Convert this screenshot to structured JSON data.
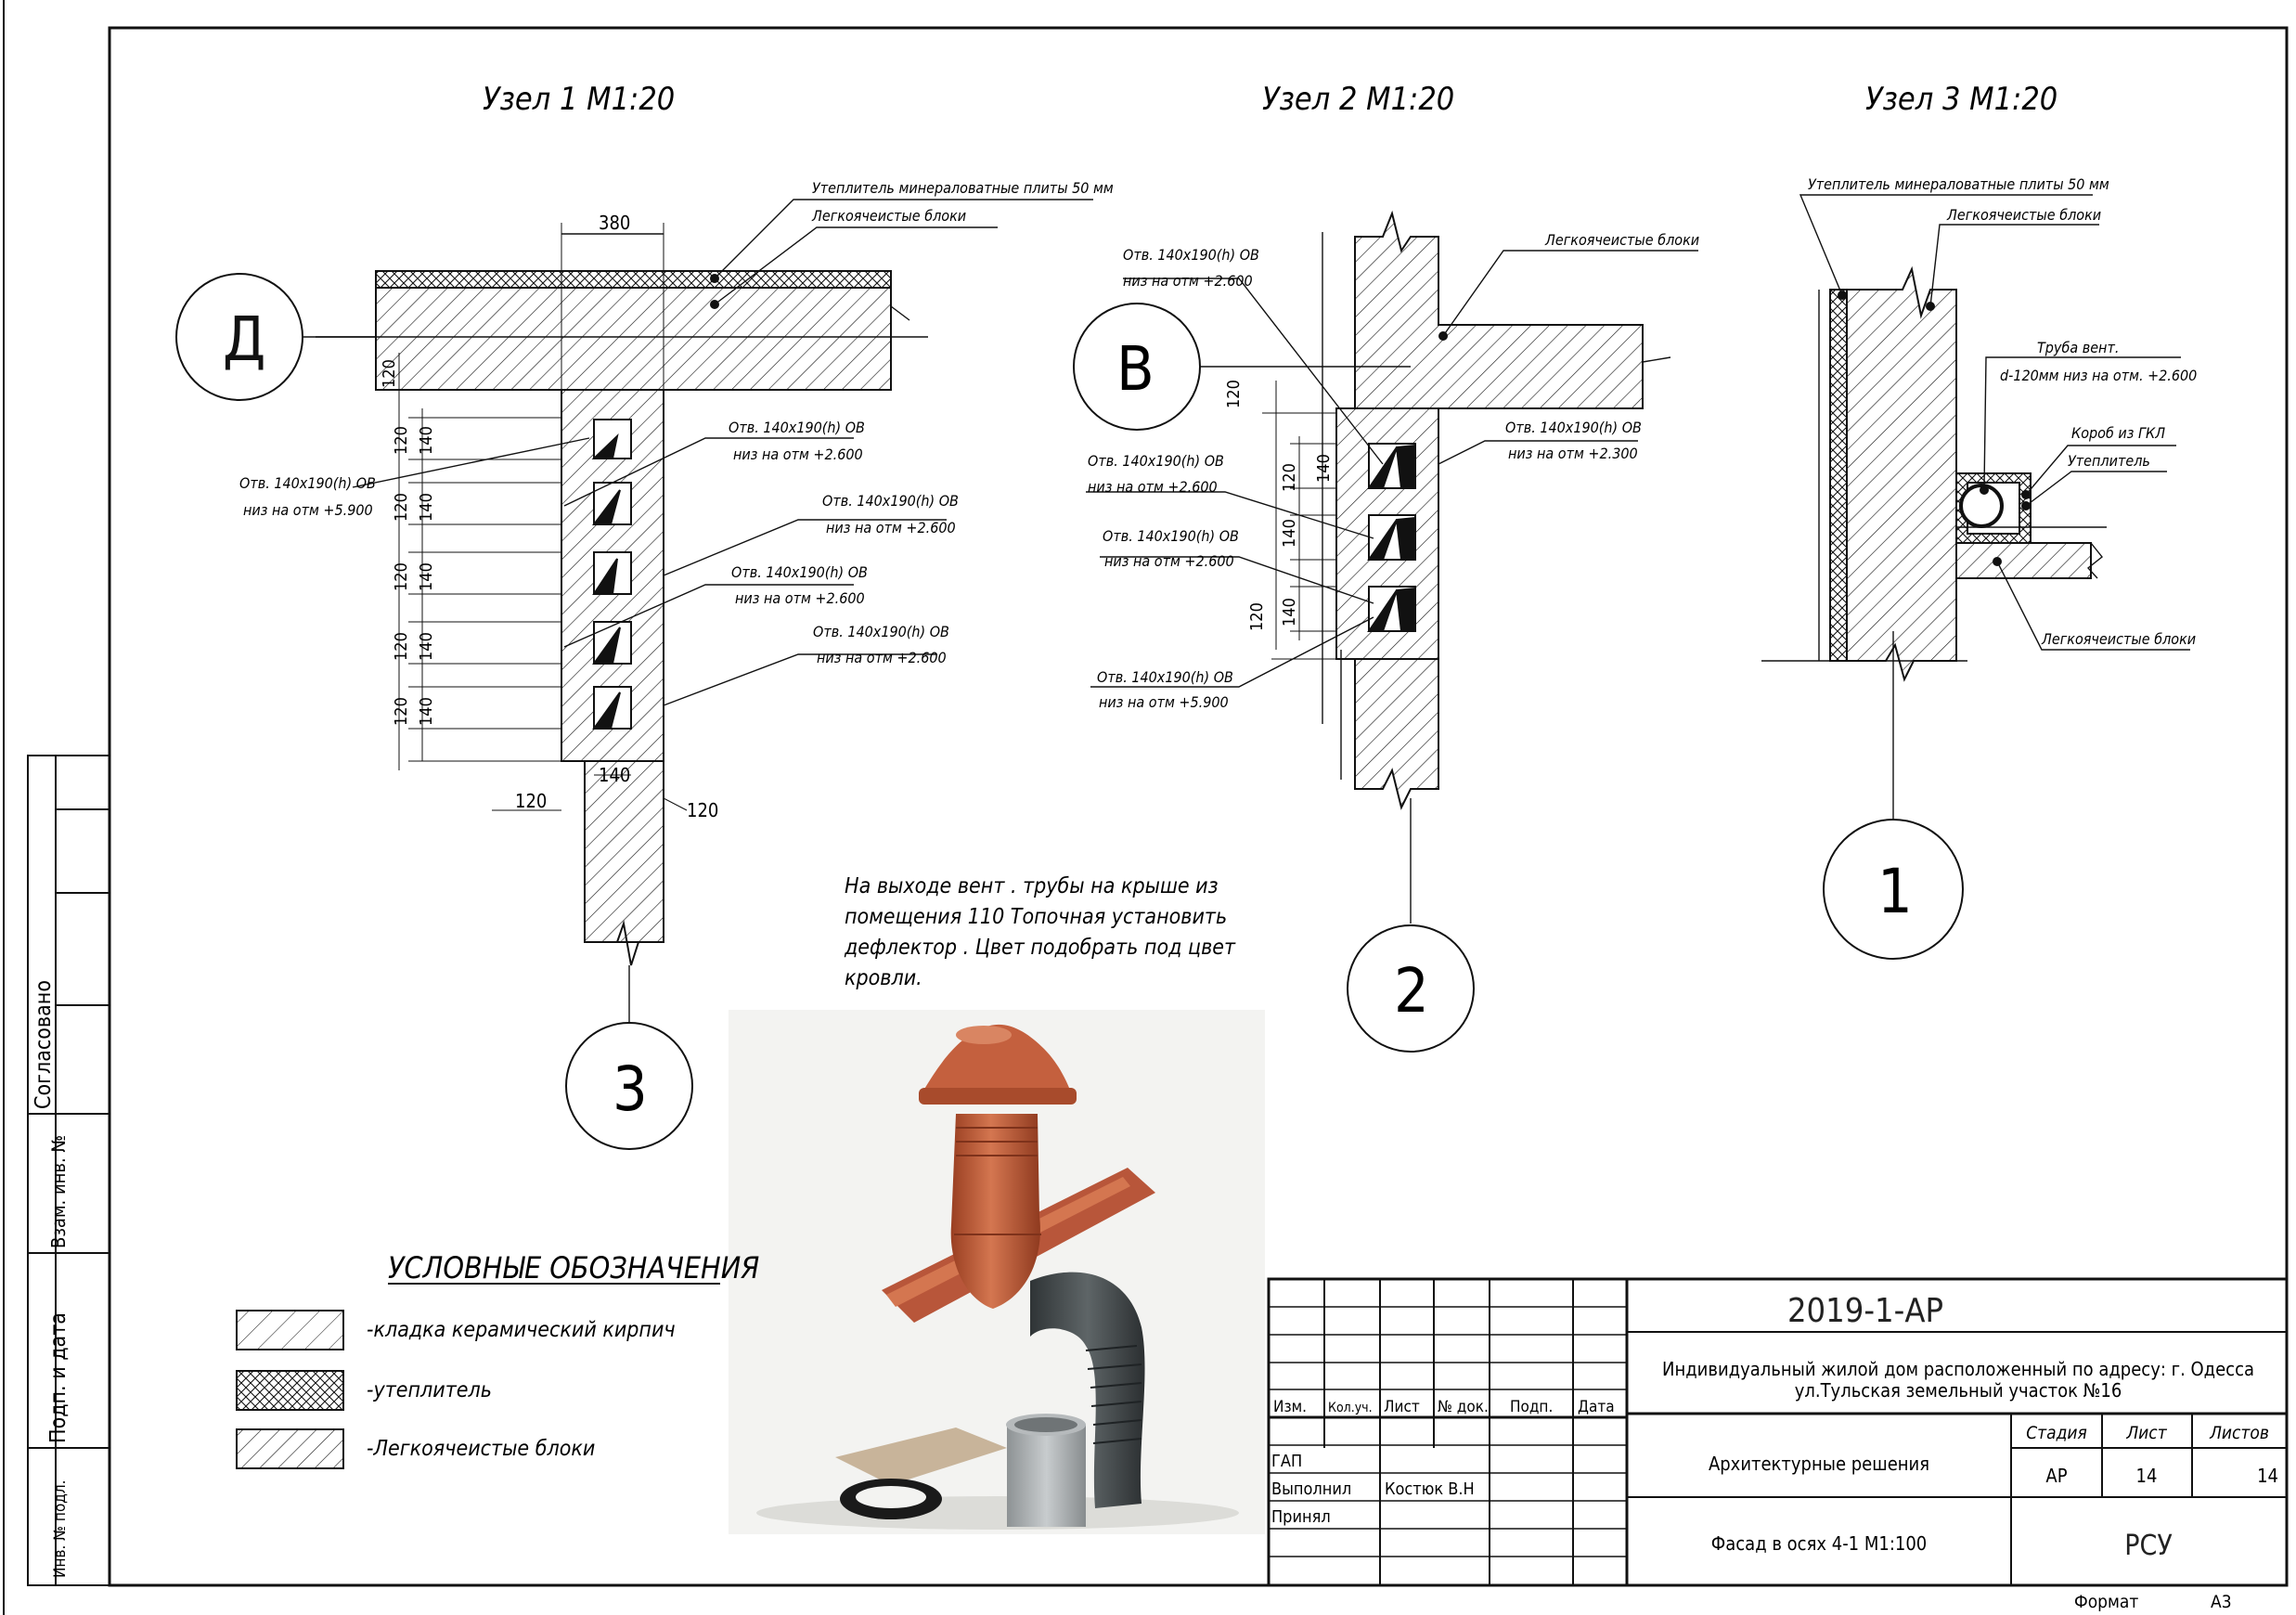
{
  "nodes": [
    {
      "title": "Узел 1 М1:20"
    },
    {
      "title": "Узел 2 М1:20"
    },
    {
      "title": "Узел 3 М1:20"
    }
  ],
  "node1": {
    "axis": "Д",
    "section_mark": "3",
    "dim_top": "380",
    "dim_bottom": "140",
    "dim_left": "120",
    "dim_right": "120",
    "dims_120": [
      "120",
      "120",
      "120",
      "120",
      "120",
      "120"
    ],
    "dims_140": [
      "140",
      "140",
      "140",
      "140",
      "140"
    ],
    "callout_insulation": "Утеплитель минераловатные плиты 50 мм",
    "callout_blocks": "Легкоячеистые блоки",
    "openings": [
      {
        "l1": "Отв. 140х190(h) ОВ",
        "l2": "низ на отм +2.600"
      },
      {
        "l1": "Отв. 140х190(h) ОВ",
        "l2": "низ на отм +2.600"
      },
      {
        "l1": "Отв. 140х190(h) ОВ",
        "l2": "низ на отм +2.600"
      },
      {
        "l1": "Отв. 140х190(h) ОВ",
        "l2": "низ на отм +2.600"
      }
    ],
    "opening_left": {
      "l1": "Отв. 140х190(h) ОВ",
      "l2": "низ на отм +5.900"
    }
  },
  "node2": {
    "axis": "В",
    "section_mark": "2",
    "dims_120": [
      "120",
      "120",
      "120"
    ],
    "dims_140": [
      "140",
      "140",
      "140"
    ],
    "callout_blocks": "Легкоячеистые блоки",
    "openings_left": [
      {
        "l1": "Отв. 140х190(h) ОВ",
        "l2": "низ на отм +2.600"
      },
      {
        "l1": "Отв. 140х190(h) ОВ",
        "l2": "низ на отм +2.600"
      },
      {
        "l1": "Отв. 140х190(h) ОВ",
        "l2": "низ на отм +2.600"
      },
      {
        "l1": "Отв. 140х190(h) ОВ",
        "l2": "низ на отм +5.900"
      }
    ],
    "opening_right": {
      "l1": "Отв. 140х190(h) ОВ",
      "l2": "низ на отм +2.300"
    }
  },
  "node3": {
    "section_mark": "1",
    "callout_insulation": "Утеплитель минераловатные плиты 50 мм",
    "callout_blocks": "Легкоячеистые блоки",
    "pipe_l1": "Труба вент.",
    "pipe_l2": "d-120мм низ на отм. +2.600",
    "box": "Короб из ГКЛ",
    "insul": "Утеплитель",
    "blocks_bottom": "Легкоячеистые блоки"
  },
  "note": [
    "На выходе вент . трубы на крыше из",
    "помещения 110 Топочная установить",
    "дефлектор . Цвет подобрать под цвет",
    "кровли."
  ],
  "legend": {
    "title": "УСЛОВНЫЕ ОБОЗНАЧЕНИЯ",
    "items": [
      "-кладка керамический кирпич",
      "-утеплитель",
      "-Легкоячеистые блоки"
    ]
  },
  "side_stamp": {
    "agreed": "Согласовано",
    "vzam": "Взам. инв. №",
    "sign_date": "Подп. и дата",
    "inv": "Инв. № подл."
  },
  "title_block": {
    "code": "2019-1-АР",
    "project_l1": "Индивидуальный жилой дом расположенный по адресу: г. Одесса",
    "project_l2": "ул.Тульская земельный участок №16",
    "section": "Архитектурные решения",
    "sheet_name": "Фасад в осях 4-1 М1:100",
    "company": "РСУ",
    "col_headers": [
      "Изм.",
      "Кол.уч.",
      "Лист",
      "№ док.",
      "Подп.",
      "Дата"
    ],
    "roles": [
      "ГАП",
      "Выполнил",
      "Принял"
    ],
    "executor": "Костюк В.Н",
    "stage_label": "Стадия",
    "sheet_label": "Лист",
    "sheets_label": "Листов",
    "stage": "АР",
    "sheet": "14",
    "sheets": "14",
    "format_label": "Формат",
    "format": "А3"
  },
  "colors": {
    "line": "#111111",
    "terracotta": "#c4603e",
    "pipe_grey": "#4a5052",
    "pipe_light": "#a9aeb0"
  }
}
